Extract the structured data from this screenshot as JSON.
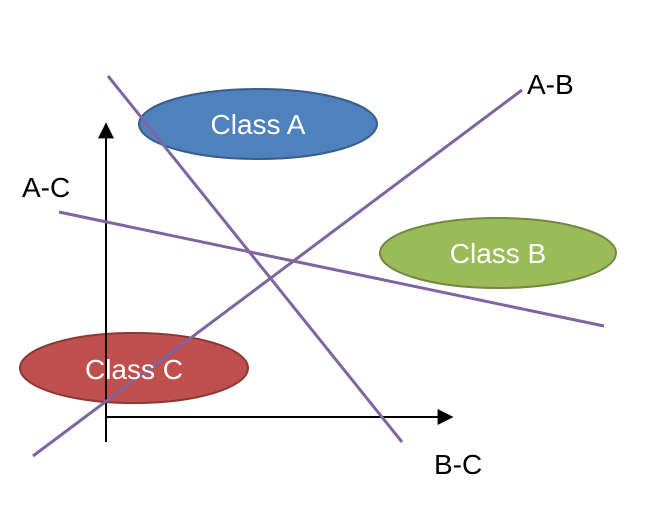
{
  "classes": [
    {
      "label": "Class A",
      "fill": "#4f81bd",
      "stroke": "#385d8a"
    },
    {
      "label": "Class B",
      "fill": "#9bbb59",
      "stroke": "#71893f"
    },
    {
      "label": "Class C",
      "fill": "#c0504d",
      "stroke": "#8c3836"
    }
  ],
  "boundaries": [
    {
      "label": "A-B"
    },
    {
      "label": "A-C"
    },
    {
      "label": "B-C"
    }
  ],
  "colors": {
    "boundary_line": "#8064a2",
    "axis": "#000000"
  }
}
